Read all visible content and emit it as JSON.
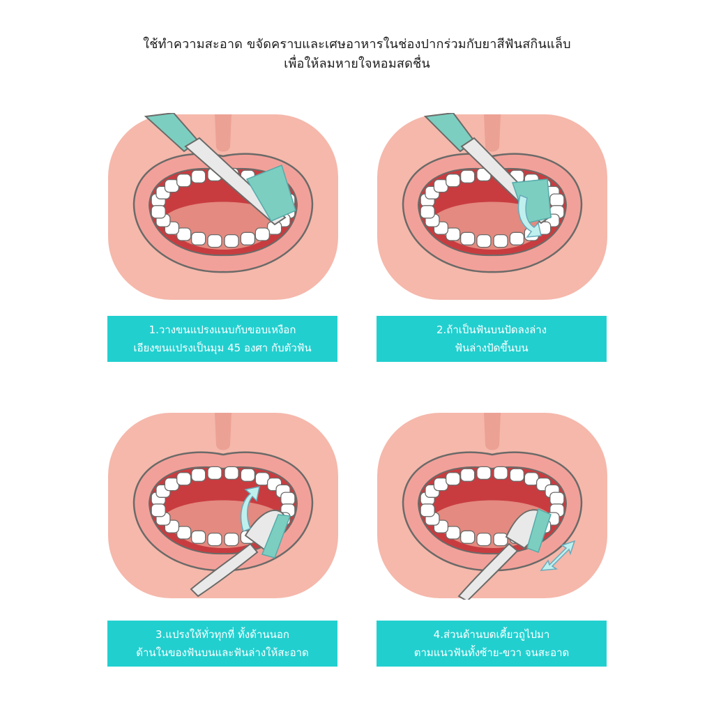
{
  "header": {
    "line1": "ใช้ทำความสะอาด ขจัดคราบและเศษอาหารในช่องปากร่วมกับยาสีฟันสกินแล็บ",
    "line2": "เพื่อให้ลมหายใจหอมสดชื่น"
  },
  "steps": [
    {
      "line1": "1.วางขนแปรงแนบกับขอบเหงือก",
      "line2": "เอียงขนแปรงเป็นมุม 45 องศา กับตัวฟัน"
    },
    {
      "line1": "2.ถ้าเป็นฟันบนปัดลงล่าง",
      "line2": "ฟันล่างปัดขึ้นบน"
    },
    {
      "line1": "3.แปรงให้ทั่วทุกที่ ทั้งด้านนอก",
      "line2": "ด้านในของฟันบนและฟันล่างให้สะอาด"
    },
    {
      "line1": "4.ส่วนด้านบดเคี้ยวถูไปมา",
      "line2": "ตามแนวฟันทั้งซ้าย-ขวา จนสะอาด"
    }
  ],
  "colors": {
    "caption_bg": "#22cfcf",
    "skin": "#f5b8ab",
    "lip": "#f2a19a",
    "mouth": "#c83c40",
    "tongue": "#e48a80",
    "tooth": "#ffffff",
    "outline": "#6b6a68",
    "brush_handle": "#e6e6e6",
    "brush_grip": "#7ccfc0",
    "arrow": "#bff0ee"
  }
}
